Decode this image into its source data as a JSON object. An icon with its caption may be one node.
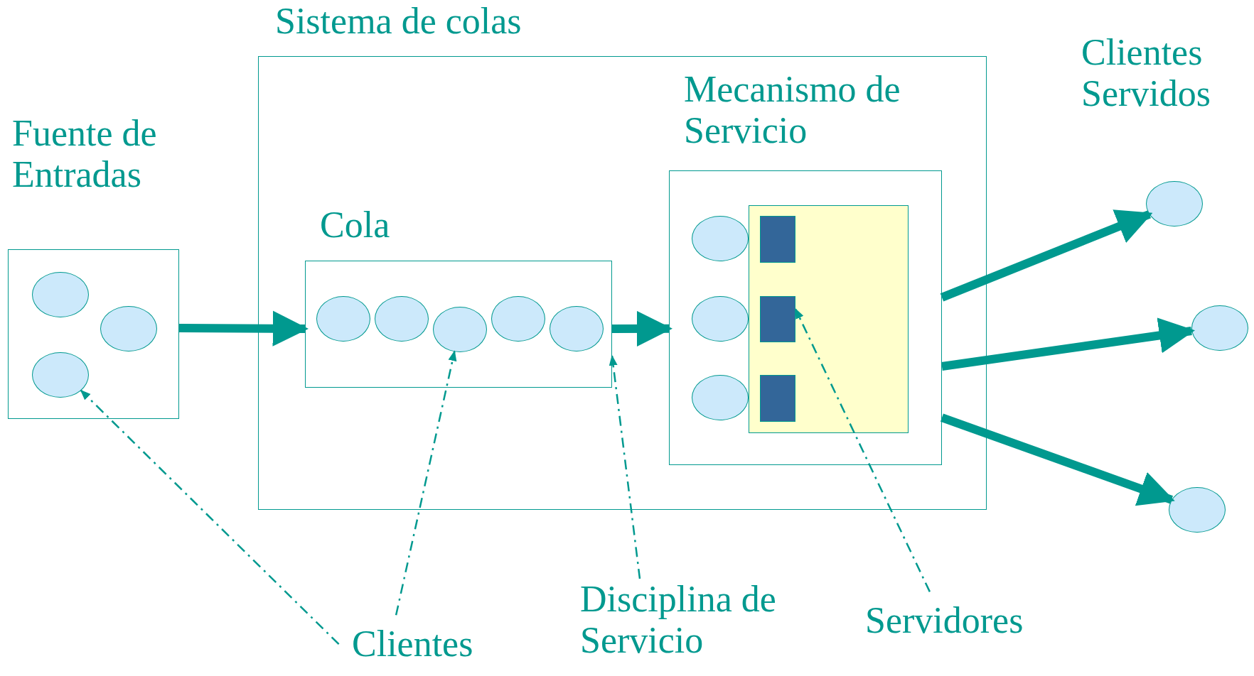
{
  "diagram": {
    "nodes": [
      {
        "text": [
          "Fuente de Entradas"
        ]
      },
      {
        "text": [],
        "shape": "circle",
        "in": 0
      },
      {
        "text": [],
        "shape": "circle",
        "in": 0
      },
      {
        "text": [],
        "shape": "circle",
        "in": 0
      },
      {
        "text": [
          "Sistema de colas"
        ]
      },
      {
        "text": [
          "Cola"
        ],
        "in": 4
      },
      {
        "text": [],
        "shape": "circle",
        "in": 5
      },
      {
        "text": [],
        "shape": "circle",
        "in": 5
      },
      {
        "text": [],
        "shape": "circle",
        "in": 5
      },
      {
        "text": [],
        "shape": "circle",
        "in": 5
      },
      {
        "text": [],
        "shape": "circle",
        "in": 5
      },
      {
        "text": [
          "Mecanismo de Servicio"
        ],
        "in": 4
      },
      {
        "text": [],
        "shape": "circle",
        "in": 11
      },
      {
        "text": [],
        "shape": "circle",
        "in": 11
      },
      {
        "text": [],
        "shape": "circle",
        "in": 11
      },
      {
        "text": [],
        "shape": "box",
        "in": 11
      },
      {
        "text": [],
        "shape": "box",
        "in": 15
      },
      {
        "text": [],
        "shape": "box",
        "in": 15
      },
      {
        "text": [],
        "shape": "box",
        "in": 15
      },
      {
        "text": [],
        "shape": "circle"
      },
      {
        "text": [],
        "shape": "circle"
      },
      {
        "text": [],
        "shape": "circle"
      },
      {
        "text": [
          "Clientes"
        ]
      },
      {
        "text": [
          "Disciplina de Servicio"
        ]
      },
      {
        "text": [
          "Servidores"
        ]
      }
    ],
    "edges": [
      {
        "from": 0,
        "to": 5,
        "arrow": "to"
      },
      {
        "from": 5,
        "to": 11,
        "arrow": "to"
      },
      {
        "from": 11,
        "to": 19,
        "arrow": "to"
      },
      {
        "from": 11,
        "to": 20,
        "arrow": "to"
      },
      {
        "from": 11,
        "to": 21,
        "arrow": "to"
      },
      {
        "from": 22,
        "to": 3,
        "arrow": "to",
        "style": "dashed"
      },
      {
        "from": 22,
        "to": 8,
        "arrow": "to",
        "style": "dashed"
      },
      {
        "from": 23,
        "to": 5,
        "arrow": "to",
        "style": "dashed"
      },
      {
        "from": 24,
        "to": 17,
        "arrow": "to",
        "style": "dashed"
      }
    ],
    "labels": [
      "Clientes Servidos"
    ]
  }
}
